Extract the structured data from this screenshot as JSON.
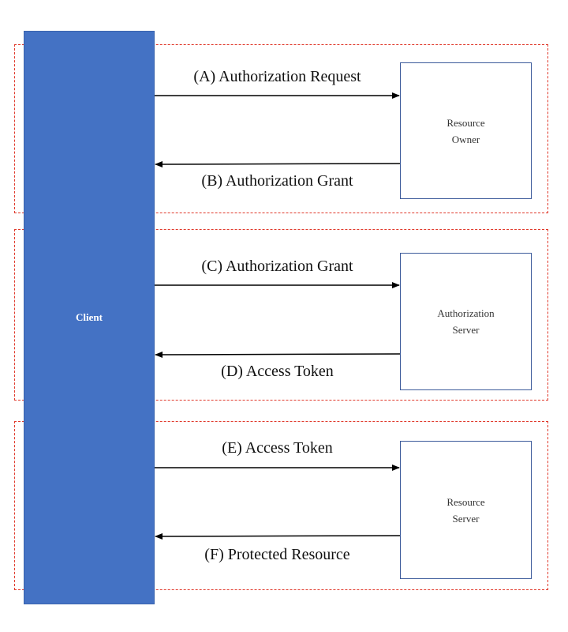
{
  "client": {
    "label": "Client"
  },
  "resource_owner": {
    "label": "Resource\nOwner"
  },
  "authorization_server": {
    "label": "Authorization\nServer"
  },
  "resource_server": {
    "label": "Resource\nServer"
  },
  "messages": {
    "a": "(A) Authorization Request",
    "b": "(B) Authorization Grant",
    "c": "(C) Authorization Grant",
    "d": "(D) Access Token",
    "e": "(E) Access Token",
    "f": "(F) Protected Resource"
  },
  "colors": {
    "client_fill": "#4472c4",
    "group_border": "#e0392b",
    "node_border": "#3b5a9a",
    "arrow": "#000000"
  }
}
